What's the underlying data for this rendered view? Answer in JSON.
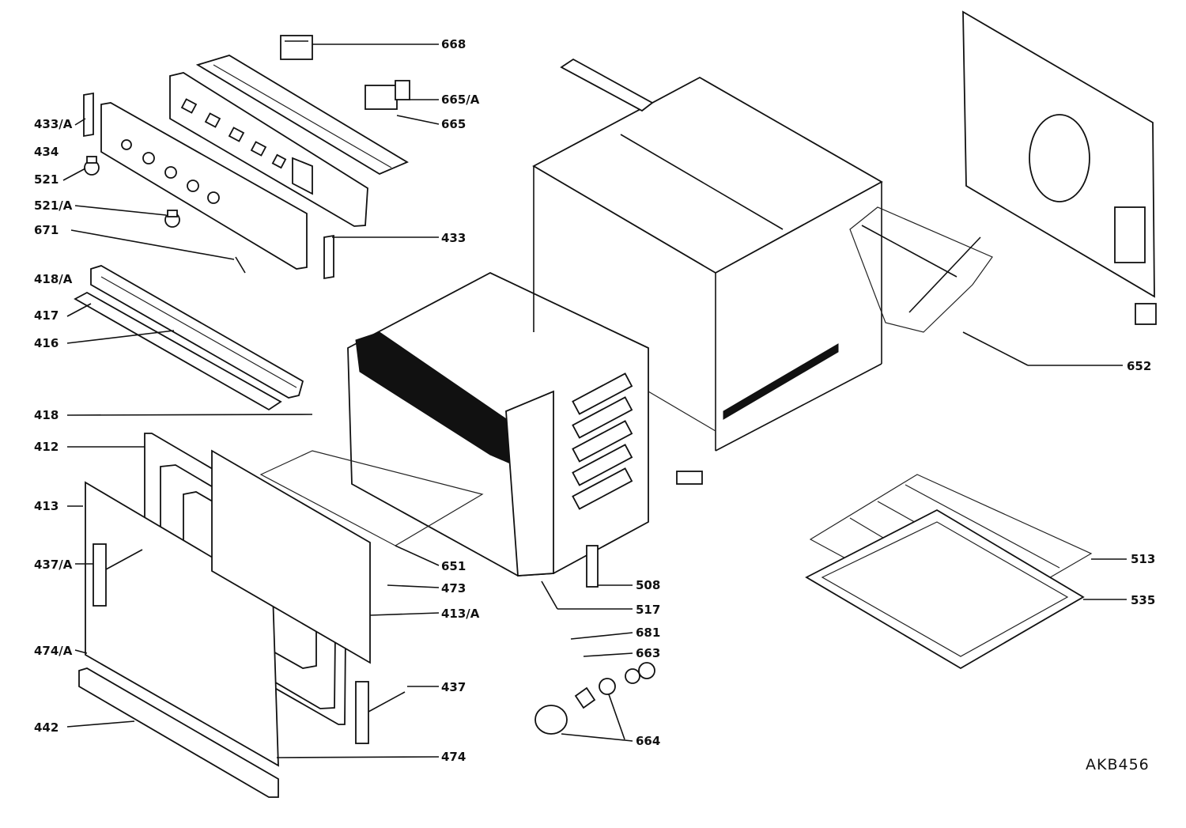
{
  "diagram": {
    "drawing_code": "AKB456",
    "labels": [
      "668",
      "665/A",
      "665",
      "433/A",
      "434",
      "521",
      "521/A",
      "671",
      "433",
      "418/A",
      "417",
      "416",
      "418",
      "412",
      "413",
      "437/A",
      "474/A",
      "442",
      "651",
      "473",
      "413/A",
      "437",
      "474",
      "508",
      "517",
      "681",
      "663",
      "664",
      "652",
      "513",
      "535"
    ]
  }
}
